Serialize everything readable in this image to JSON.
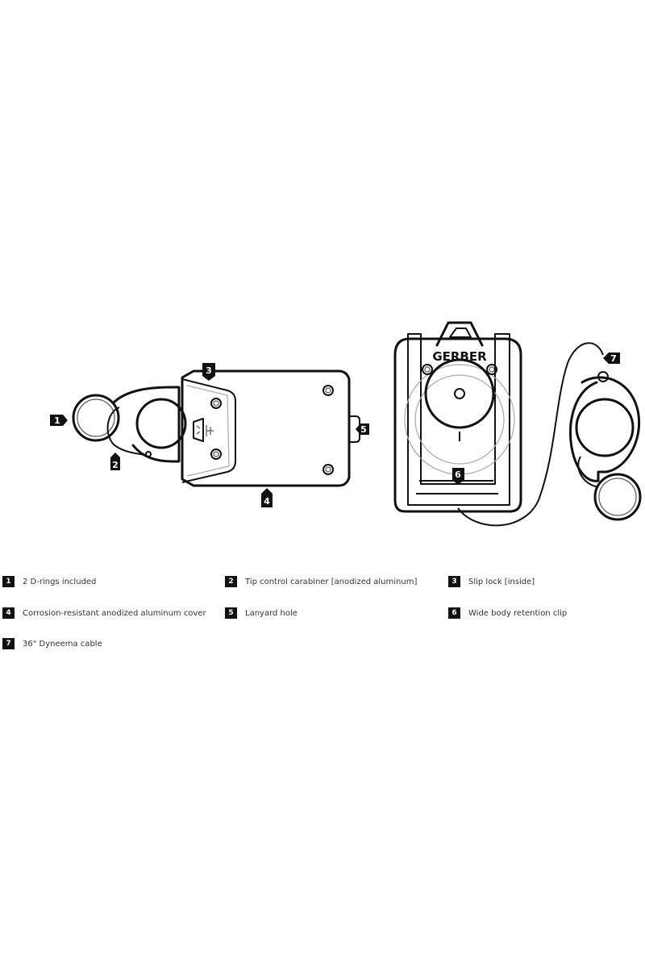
{
  "brand": "GERBER",
  "callouts": [
    {
      "n": "1",
      "text": "2 D-rings included"
    },
    {
      "n": "2",
      "text": "Tip control carabiner [anodized aluminum]"
    },
    {
      "n": "3",
      "text": "Slip lock [inside]"
    },
    {
      "n": "4",
      "text": "Corrosion-resistant anodized aluminum cover"
    },
    {
      "n": "5",
      "text": "Lanyard hole"
    },
    {
      "n": "6",
      "text": "Wide body retention clip"
    },
    {
      "n": "7",
      "text": "36\" Dyneema cable"
    }
  ]
}
